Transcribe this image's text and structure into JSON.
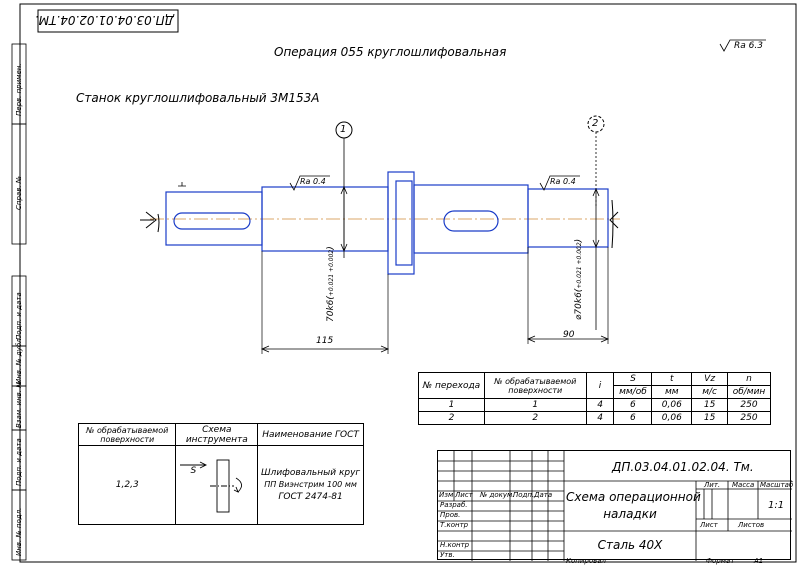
{
  "doc_code_rotated": "ДП.03.04.01.02.04.ТМ.",
  "operation_title": "Операция 055 круглошлифовальная",
  "roughness_general": "Ra 6.3",
  "machine": "Станок круглошлифовальный 3М153А",
  "markers": [
    "1",
    "2"
  ],
  "surface_roughness_1": "Ra 0.4",
  "surface_roughness_2": "Ra 0.4",
  "dims": {
    "diam_1": "70k6(",
    "diam_1_tol_upper": "+0.021",
    "diam_1_tol_lower": "+0.002",
    "diam_2": "⌀70k6(",
    "diam_2_tol_upper": "+0.021",
    "diam_2_tol_lower": "+0.002",
    "len_1": "115",
    "len_2": "90"
  },
  "ops_table": {
    "headers": {
      "step": "№ перехода",
      "surface": "№ обрабатываемой поверхности",
      "i": "i",
      "s": "S",
      "s_unit": "мм/об",
      "t": "t",
      "t_unit": "мм",
      "v": "Vz",
      "v_unit": "м/с",
      "n": "n",
      "n_unit": "об/мин"
    },
    "rows": [
      {
        "step": "1",
        "surface": "1",
        "i": "4",
        "s": "6",
        "t": "0,06",
        "v": "15",
        "n": "250"
      },
      {
        "step": "2",
        "surface": "2",
        "i": "4",
        "s": "6",
        "t": "0,06",
        "v": "15",
        "n": "250"
      }
    ]
  },
  "tool_table": {
    "headers": {
      "surface": "№ обрабатываемой поверхности",
      "scheme": "Схема инструмента",
      "name": "Наименование ГОСТ"
    },
    "surfaces": "1,2,3",
    "s_label": "S",
    "tool_lines": [
      "Шлифовальный круг",
      "ПП Виэнстрим 100 мм",
      "ГОСТ 2474-81"
    ]
  },
  "title_block": {
    "code": "ДП.03.04.01.02.04. Тм.",
    "col_headers": [
      "Изм",
      "Лист",
      "№ докум.",
      "Подп.",
      "Дата"
    ],
    "role_rows": [
      "Разраб.",
      "Пров.",
      "Т.контр",
      "",
      "Н.контр",
      "Утв."
    ],
    "name_line1": "Схема операционной",
    "name_line2": "наладки",
    "material": "Сталь 40Х",
    "lit": "Лит.",
    "mass": "Масса",
    "scale": "Масштаб",
    "scale_value": "1:1",
    "sheet": "Лист",
    "sheets": "Листов",
    "copied": "Копировал",
    "format": "Формат",
    "format_value": "А1"
  },
  "side_stamp": [
    "Перв. примен.",
    "Справ. №",
    "Подп. и дата",
    "Инв. № дубл.",
    "Взам. инв. №",
    "Подп. и дата",
    "Инв. № подл."
  ]
}
